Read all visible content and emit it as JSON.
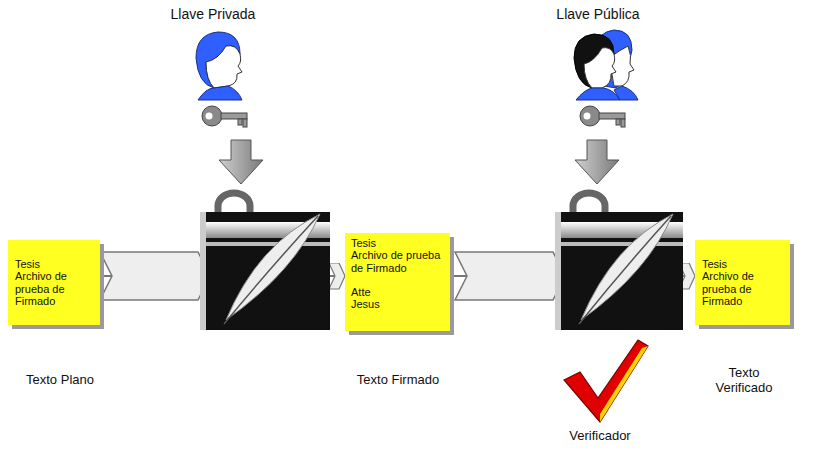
{
  "diagram": {
    "nodes": [
      {
        "text": [
          "Tesis",
          "Archivo de prueba de Firmado"
        ]
      },
      {
        "text": [
          "Tesis",
          "Archivo de prueba de Firmado",
          "Atte Jesus"
        ]
      },
      {
        "text": [
          "Tesis",
          "Archivo de prueba de Firmado"
        ]
      }
    ],
    "edges": [
      {
        "from": 0,
        "to": 1,
        "arrow": "to"
      },
      {
        "from": 1,
        "to": 2,
        "arrow": "to"
      }
    ],
    "labels": [
      "Llave Privada",
      "Llave Pública",
      "Texto Plano",
      "Texto Firmado",
      "Texto Verificado",
      "Verificador"
    ]
  }
}
